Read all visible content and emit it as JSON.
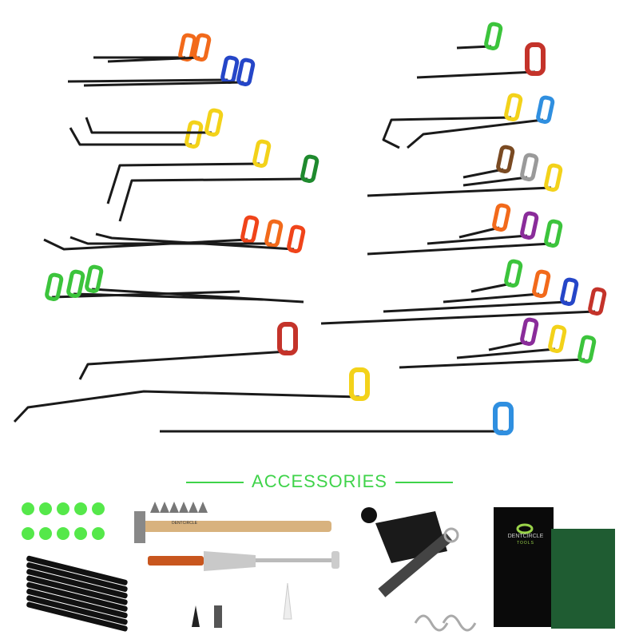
{
  "section_title": "ACCESSORIES",
  "brand": {
    "name": "DENTCIRCLE",
    "sub": "TOOLS"
  },
  "colors": {
    "accent": "#3fd34a",
    "rod": "#1a1a1a"
  }
}
